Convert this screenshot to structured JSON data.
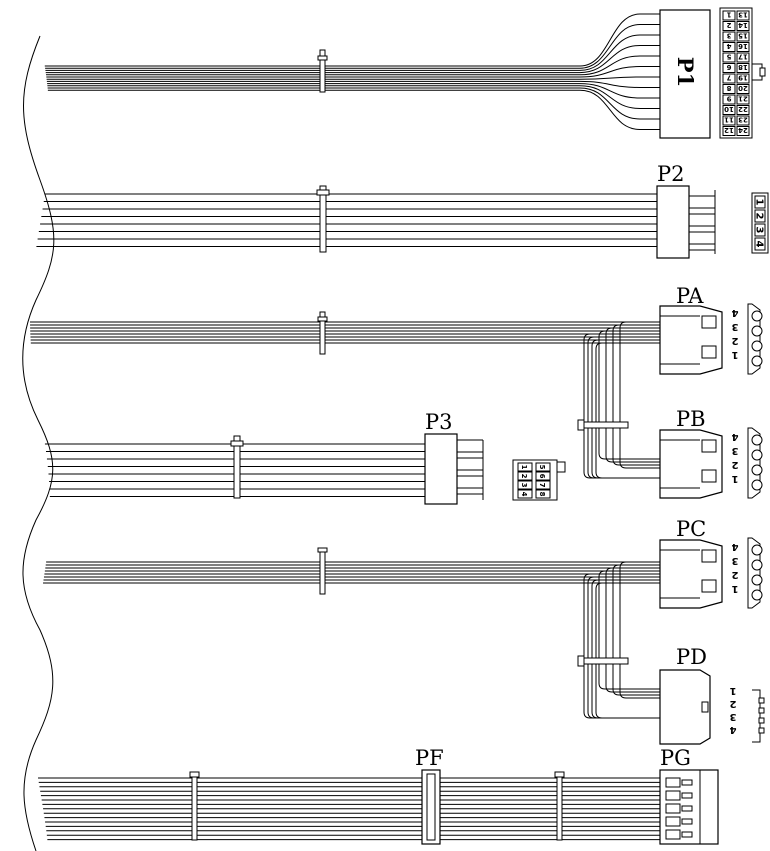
{
  "labels": {
    "p1": "P1",
    "p2": "P2",
    "pa": "PA",
    "pb": "PB",
    "p3": "P3",
    "pc": "PC",
    "pd": "PD",
    "pf": "PF",
    "pg": "PG"
  },
  "pins": {
    "p1": [
      "1",
      "13",
      "2",
      "14",
      "3",
      "15",
      "4",
      "16",
      "5",
      "17",
      "6",
      "18",
      "7",
      "19",
      "8",
      "20",
      "9",
      "21",
      "10",
      "22",
      "11",
      "23",
      "12",
      "24"
    ],
    "p2": [
      "1",
      "2",
      "3",
      "4"
    ],
    "p3": [
      "1",
      "5",
      "2",
      "6",
      "3",
      "7",
      "4",
      "8"
    ],
    "molex": [
      "4",
      "3",
      "2",
      "1"
    ],
    "pd": [
      "1",
      "2",
      "3",
      "4"
    ]
  },
  "colors": {
    "line": "#000000",
    "background": "#ffffff"
  }
}
